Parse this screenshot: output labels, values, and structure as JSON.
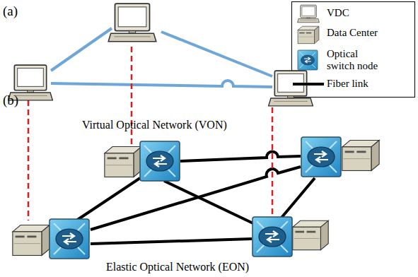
{
  "diagram": {
    "labels": [
      "(a)",
      "(b)",
      "Virtual Optical Network (VON)",
      "Elastic Optical Network (EON)"
    ],
    "legend": [
      {
        "text": "VDC"
      },
      {
        "text": "Data Center"
      },
      {
        "text": "Optical switch node"
      },
      {
        "text": "Fiber link"
      }
    ]
  }
}
